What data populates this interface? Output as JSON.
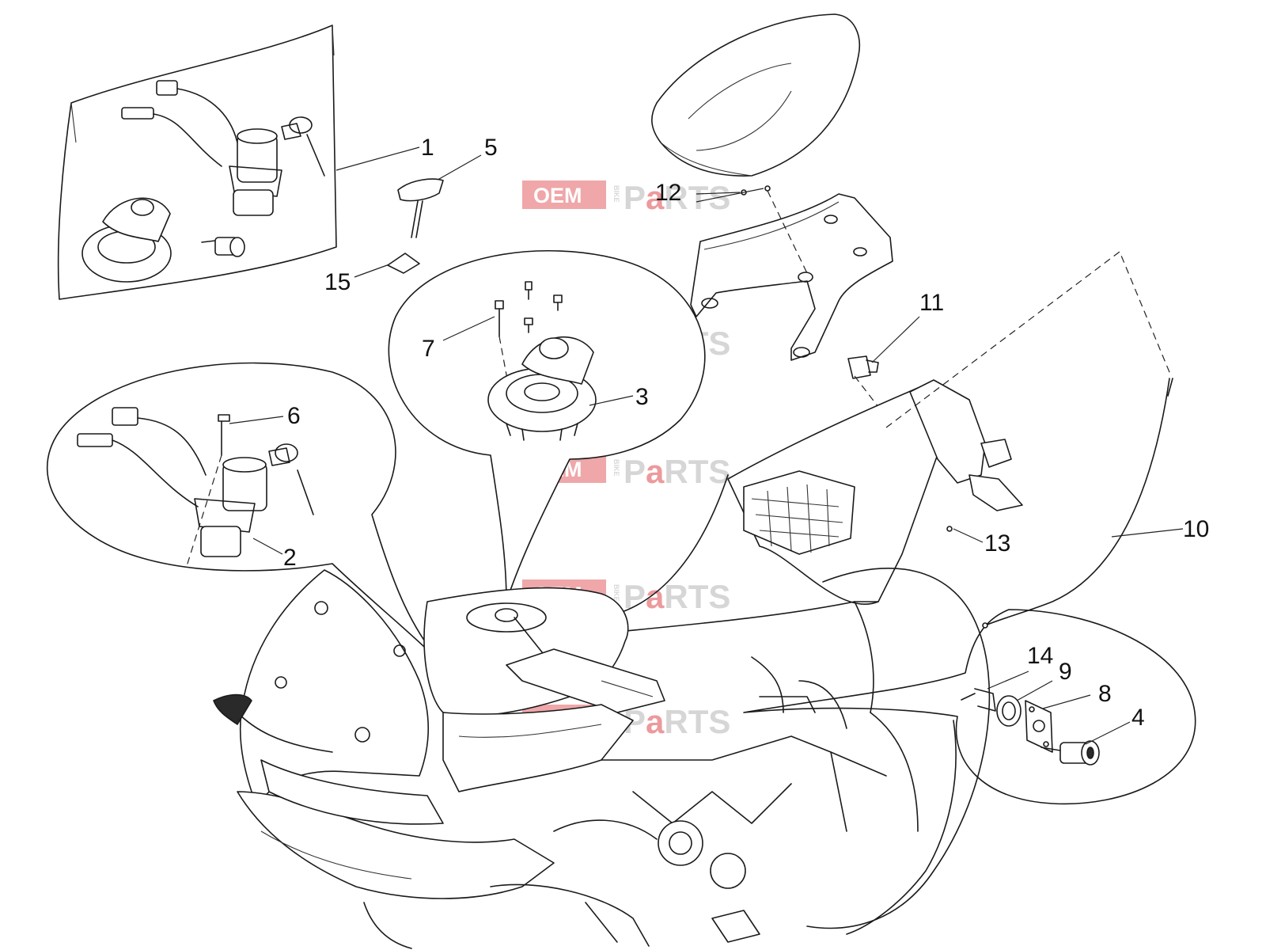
{
  "watermark": {
    "oem": "OEM",
    "bike": "BIKE",
    "p": "P",
    "a": "a",
    "rts": "RTS"
  },
  "callouts": [
    {
      "id": "1",
      "label": "1"
    },
    {
      "id": "2",
      "label": "2"
    },
    {
      "id": "3",
      "label": "3"
    },
    {
      "id": "4",
      "label": "4"
    },
    {
      "id": "5",
      "label": "5"
    },
    {
      "id": "6",
      "label": "6"
    },
    {
      "id": "7",
      "label": "7"
    },
    {
      "id": "8",
      "label": "8"
    },
    {
      "id": "9",
      "label": "9"
    },
    {
      "id": "10",
      "label": "10"
    },
    {
      "id": "11",
      "label": "11"
    },
    {
      "id": "12",
      "label": "12"
    },
    {
      "id": "13",
      "label": "13"
    },
    {
      "id": "14",
      "label": "14"
    },
    {
      "id": "15",
      "label": "15"
    }
  ]
}
